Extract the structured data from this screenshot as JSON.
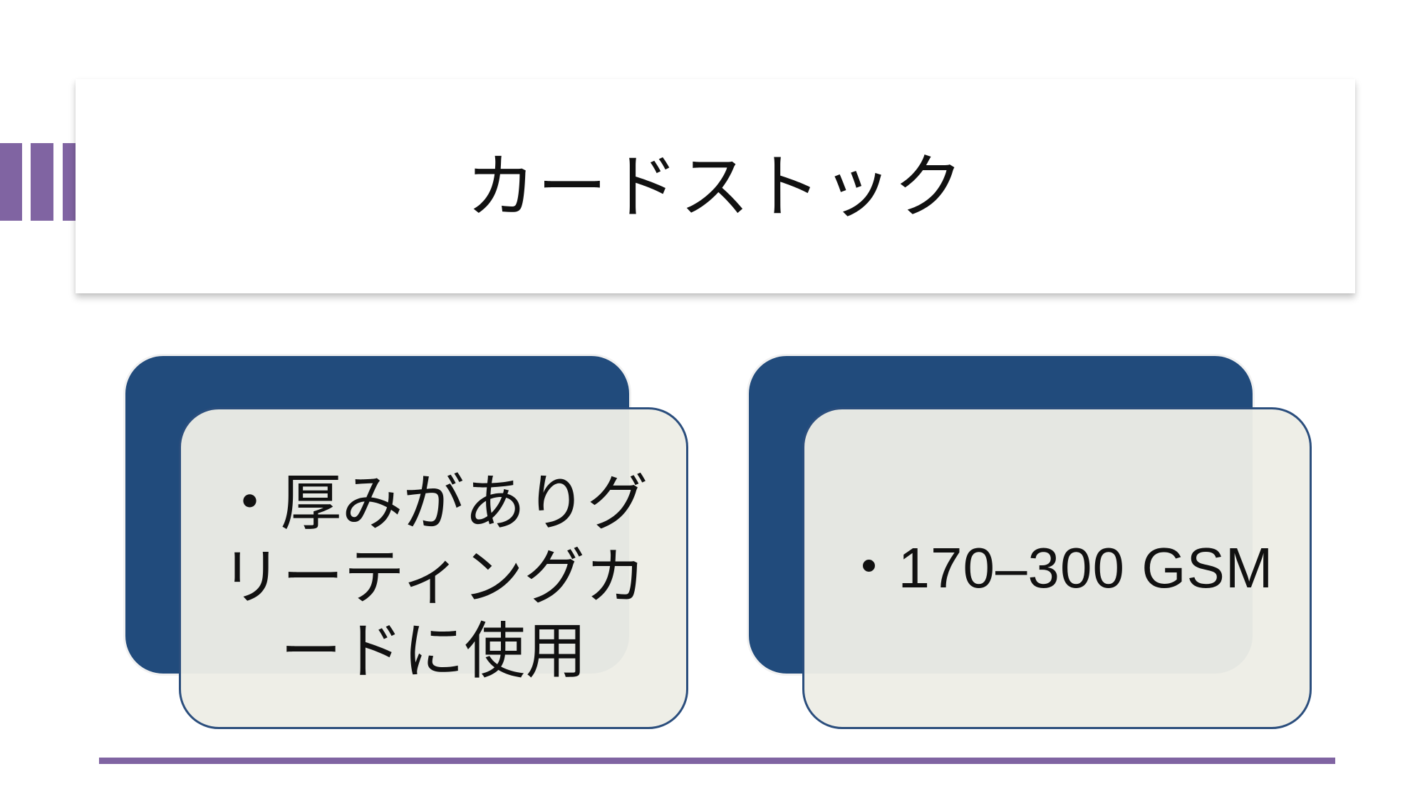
{
  "slide": {
    "title": "カードストック",
    "accent_color": "#8064a2",
    "card_dark_color": "#214b7c",
    "card_light_color": "#ecece5"
  },
  "cards": [
    {
      "text": "・厚みがありグリーティングカードに使用"
    },
    {
      "text": "・170–300 GSM"
    }
  ]
}
